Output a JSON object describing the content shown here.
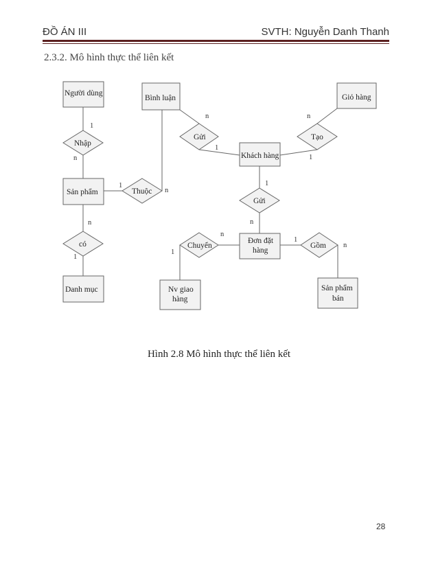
{
  "header": {
    "left": "ĐỒ ÁN III",
    "right": "SVTH: Nguyễn Danh Thanh"
  },
  "section_title": "2.3.2. Mô hình thực thể liên kết",
  "diagram": {
    "entities": {
      "nguoi_dung": "Người dùng",
      "binh_luan": "Bình luận",
      "gio_hang": "Giỏ hàng",
      "khach_hang": "Khách hàng",
      "san_pham": "Sản phẩm",
      "don_dat_hang_1": "Đơn đặt",
      "don_dat_hang_2": "hàng",
      "danh_muc": "Danh mục",
      "nv_giao_hang_1": "Nv giao",
      "nv_giao_hang_2": "hàng",
      "san_pham_ban_1": "Sản phẩm",
      "san_pham_ban_2": "bán"
    },
    "relationships": {
      "nhap": "Nhập",
      "gui_bl": "Gửi",
      "tao": "Tạo",
      "thuoc": "Thuộc",
      "gui_dh": "Gửi",
      "co": "có",
      "chuyen": "Chuyển",
      "gom": "Gồm"
    },
    "cardinalities": {
      "nhap_top": "1",
      "nhap_bottom": "n",
      "gui_bl_n": "n",
      "gui_bl_1": "1",
      "tao_n": "n",
      "tao_1": "1",
      "thuoc_1": "1",
      "thuoc_n": "n",
      "gui_dh_1": "1",
      "gui_dh_n": "n",
      "co_n": "n",
      "co_1": "1",
      "chuyen_n": "n",
      "chuyen_1": "1",
      "gom_1": "1",
      "gom_n": "n"
    }
  },
  "caption": "Hình 2.8 Mô hình thực thể liên kết",
  "page_number": "28"
}
